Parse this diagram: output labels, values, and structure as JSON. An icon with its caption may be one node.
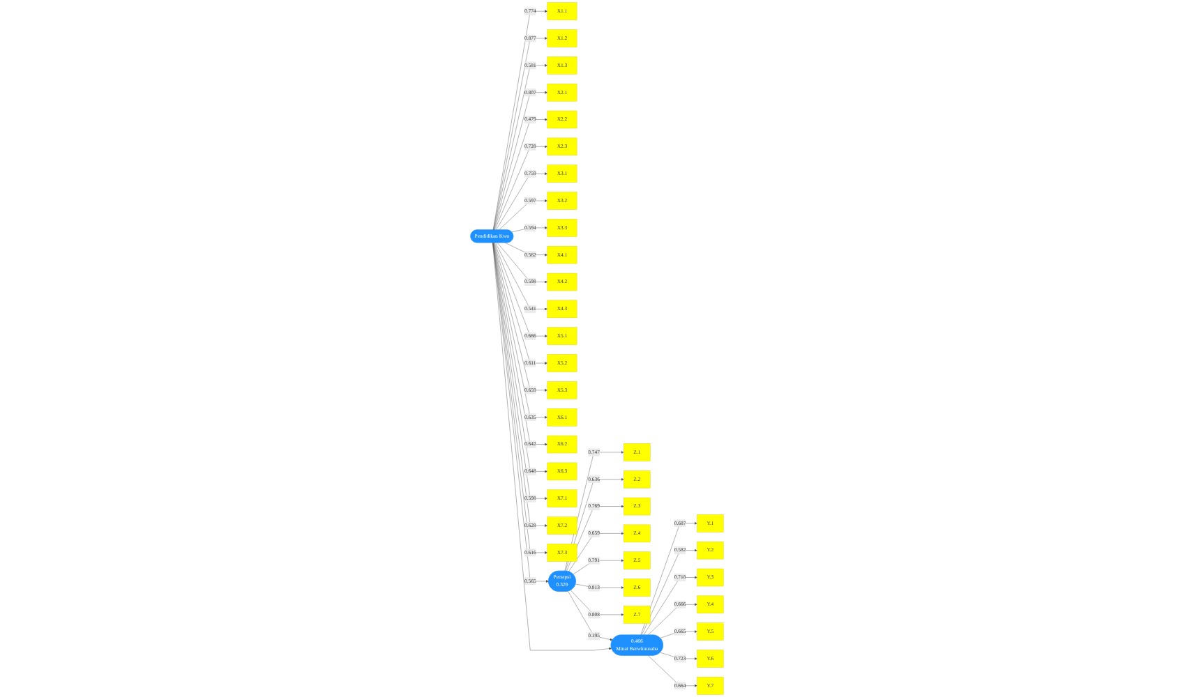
{
  "diagram": {
    "nodes": [
      {
        "text": [
          "X1.1"
        ]
      },
      {
        "text": [
          "X1.2"
        ]
      },
      {
        "text": [
          "X1.3"
        ]
      },
      {
        "text": [
          "X2.1"
        ]
      },
      {
        "text": [
          "X2.2"
        ]
      },
      {
        "text": [
          "X2.3"
        ]
      },
      {
        "text": [
          "X3.1"
        ]
      },
      {
        "text": [
          "X3.2"
        ]
      },
      {
        "text": [
          "X3.3"
        ]
      },
      {
        "text": [
          "X4.1"
        ]
      },
      {
        "text": [
          "X4.2"
        ]
      },
      {
        "text": [
          "X4.3"
        ]
      },
      {
        "text": [
          "X5.1"
        ]
      },
      {
        "text": [
          "X5.2"
        ]
      },
      {
        "text": [
          "X5.3"
        ]
      },
      {
        "text": [
          "X6.1"
        ]
      },
      {
        "text": [
          "X6.2"
        ]
      },
      {
        "text": [
          "X6.3"
        ]
      },
      {
        "text": [
          "X7.1"
        ]
      },
      {
        "text": [
          "X7.2"
        ]
      },
      {
        "text": [
          "X7.3"
        ]
      },
      {
        "text": [
          "Z.1"
        ]
      },
      {
        "text": [
          "Z.2"
        ]
      },
      {
        "text": [
          "Z.3"
        ]
      },
      {
        "text": [
          "Z.4"
        ]
      },
      {
        "text": [
          "Z.5"
        ]
      },
      {
        "text": [
          "Z.6"
        ]
      },
      {
        "text": [
          "Z.7"
        ]
      },
      {
        "text": [
          "Persepsi",
          "0.329"
        ]
      },
      {
        "text": [
          "Y.1"
        ]
      },
      {
        "text": [
          "Y.2"
        ]
      },
      {
        "text": [
          "Y.3"
        ]
      },
      {
        "text": [
          "Y.4"
        ]
      },
      {
        "text": [
          "Y.5"
        ]
      },
      {
        "text": [
          "Y.6"
        ]
      },
      {
        "text": [
          "Y.7"
        ]
      },
      {
        "text": [
          "Pendidikan Kwu"
        ]
      },
      {
        "text": [
          "0.466",
          "Minat Berwirausaha"
        ]
      }
    ],
    "edges": [
      {
        "from": 36,
        "to": 0,
        "arrow": "to",
        "label": "0.774"
      },
      {
        "from": 36,
        "to": 1,
        "arrow": "to",
        "label": "0.877"
      },
      {
        "from": 36,
        "to": 2,
        "arrow": "to",
        "label": "0.581"
      },
      {
        "from": 36,
        "to": 3,
        "arrow": "to",
        "label": "0.807"
      },
      {
        "from": 36,
        "to": 4,
        "arrow": "to",
        "label": "0.479"
      },
      {
        "from": 36,
        "to": 5,
        "arrow": "to",
        "label": "0.728"
      },
      {
        "from": 36,
        "to": 6,
        "arrow": "to",
        "label": "0.759"
      },
      {
        "from": 36,
        "to": 7,
        "arrow": "to",
        "label": "0.597"
      },
      {
        "from": 36,
        "to": 8,
        "arrow": "to",
        "label": "0.594"
      },
      {
        "from": 36,
        "to": 9,
        "arrow": "to",
        "label": "0.562"
      },
      {
        "from": 36,
        "to": 10,
        "arrow": "to",
        "label": "0.598"
      },
      {
        "from": 36,
        "to": 11,
        "arrow": "to",
        "label": "0.541"
      },
      {
        "from": 36,
        "to": 12,
        "arrow": "to",
        "label": "0.666"
      },
      {
        "from": 36,
        "to": 13,
        "arrow": "to",
        "label": "0.611"
      },
      {
        "from": 36,
        "to": 14,
        "arrow": "to",
        "label": "0.659"
      },
      {
        "from": 36,
        "to": 15,
        "arrow": "to",
        "label": "0.635"
      },
      {
        "from": 36,
        "to": 16,
        "arrow": "to",
        "label": "0.642"
      },
      {
        "from": 36,
        "to": 17,
        "arrow": "to",
        "label": "0.648"
      },
      {
        "from": 36,
        "to": 18,
        "arrow": "to",
        "label": "0.598"
      },
      {
        "from": 36,
        "to": 19,
        "arrow": "to",
        "label": "0.628"
      },
      {
        "from": 36,
        "to": 20,
        "arrow": "to",
        "label": "0.616"
      },
      {
        "from": 28,
        "to": 21,
        "arrow": "to",
        "label": "0.747"
      },
      {
        "from": 28,
        "to": 22,
        "arrow": "to",
        "label": "0.636"
      },
      {
        "from": 28,
        "to": 23,
        "arrow": "to",
        "label": "0.769"
      },
      {
        "from": 28,
        "to": 24,
        "arrow": "to",
        "label": "0.659"
      },
      {
        "from": 28,
        "to": 25,
        "arrow": "to",
        "label": "0.791"
      },
      {
        "from": 28,
        "to": 26,
        "arrow": "to",
        "label": "0.813"
      },
      {
        "from": 28,
        "to": 27,
        "arrow": "to",
        "label": "0.808"
      },
      {
        "from": 36,
        "to": 28,
        "arrow": "to",
        "label": "0.565"
      },
      {
        "from": 37,
        "to": 29,
        "arrow": "to",
        "label": "0.687"
      },
      {
        "from": 37,
        "to": 30,
        "arrow": "to",
        "label": "0.582"
      },
      {
        "from": 37,
        "to": 31,
        "arrow": "to",
        "label": "0.718"
      },
      {
        "from": 37,
        "to": 32,
        "arrow": "to",
        "label": "0.666"
      },
      {
        "from": 37,
        "to": 33,
        "arrow": "to",
        "label": "0.665"
      },
      {
        "from": 37,
        "to": 34,
        "arrow": "to",
        "label": "0.723"
      },
      {
        "from": 37,
        "to": 35,
        "arrow": "to",
        "label": "0.664"
      },
      {
        "from": 28,
        "to": 37,
        "arrow": "to",
        "label": "0.195"
      },
      {
        "from": 36,
        "to": 37,
        "arrow": "to"
      }
    ]
  }
}
